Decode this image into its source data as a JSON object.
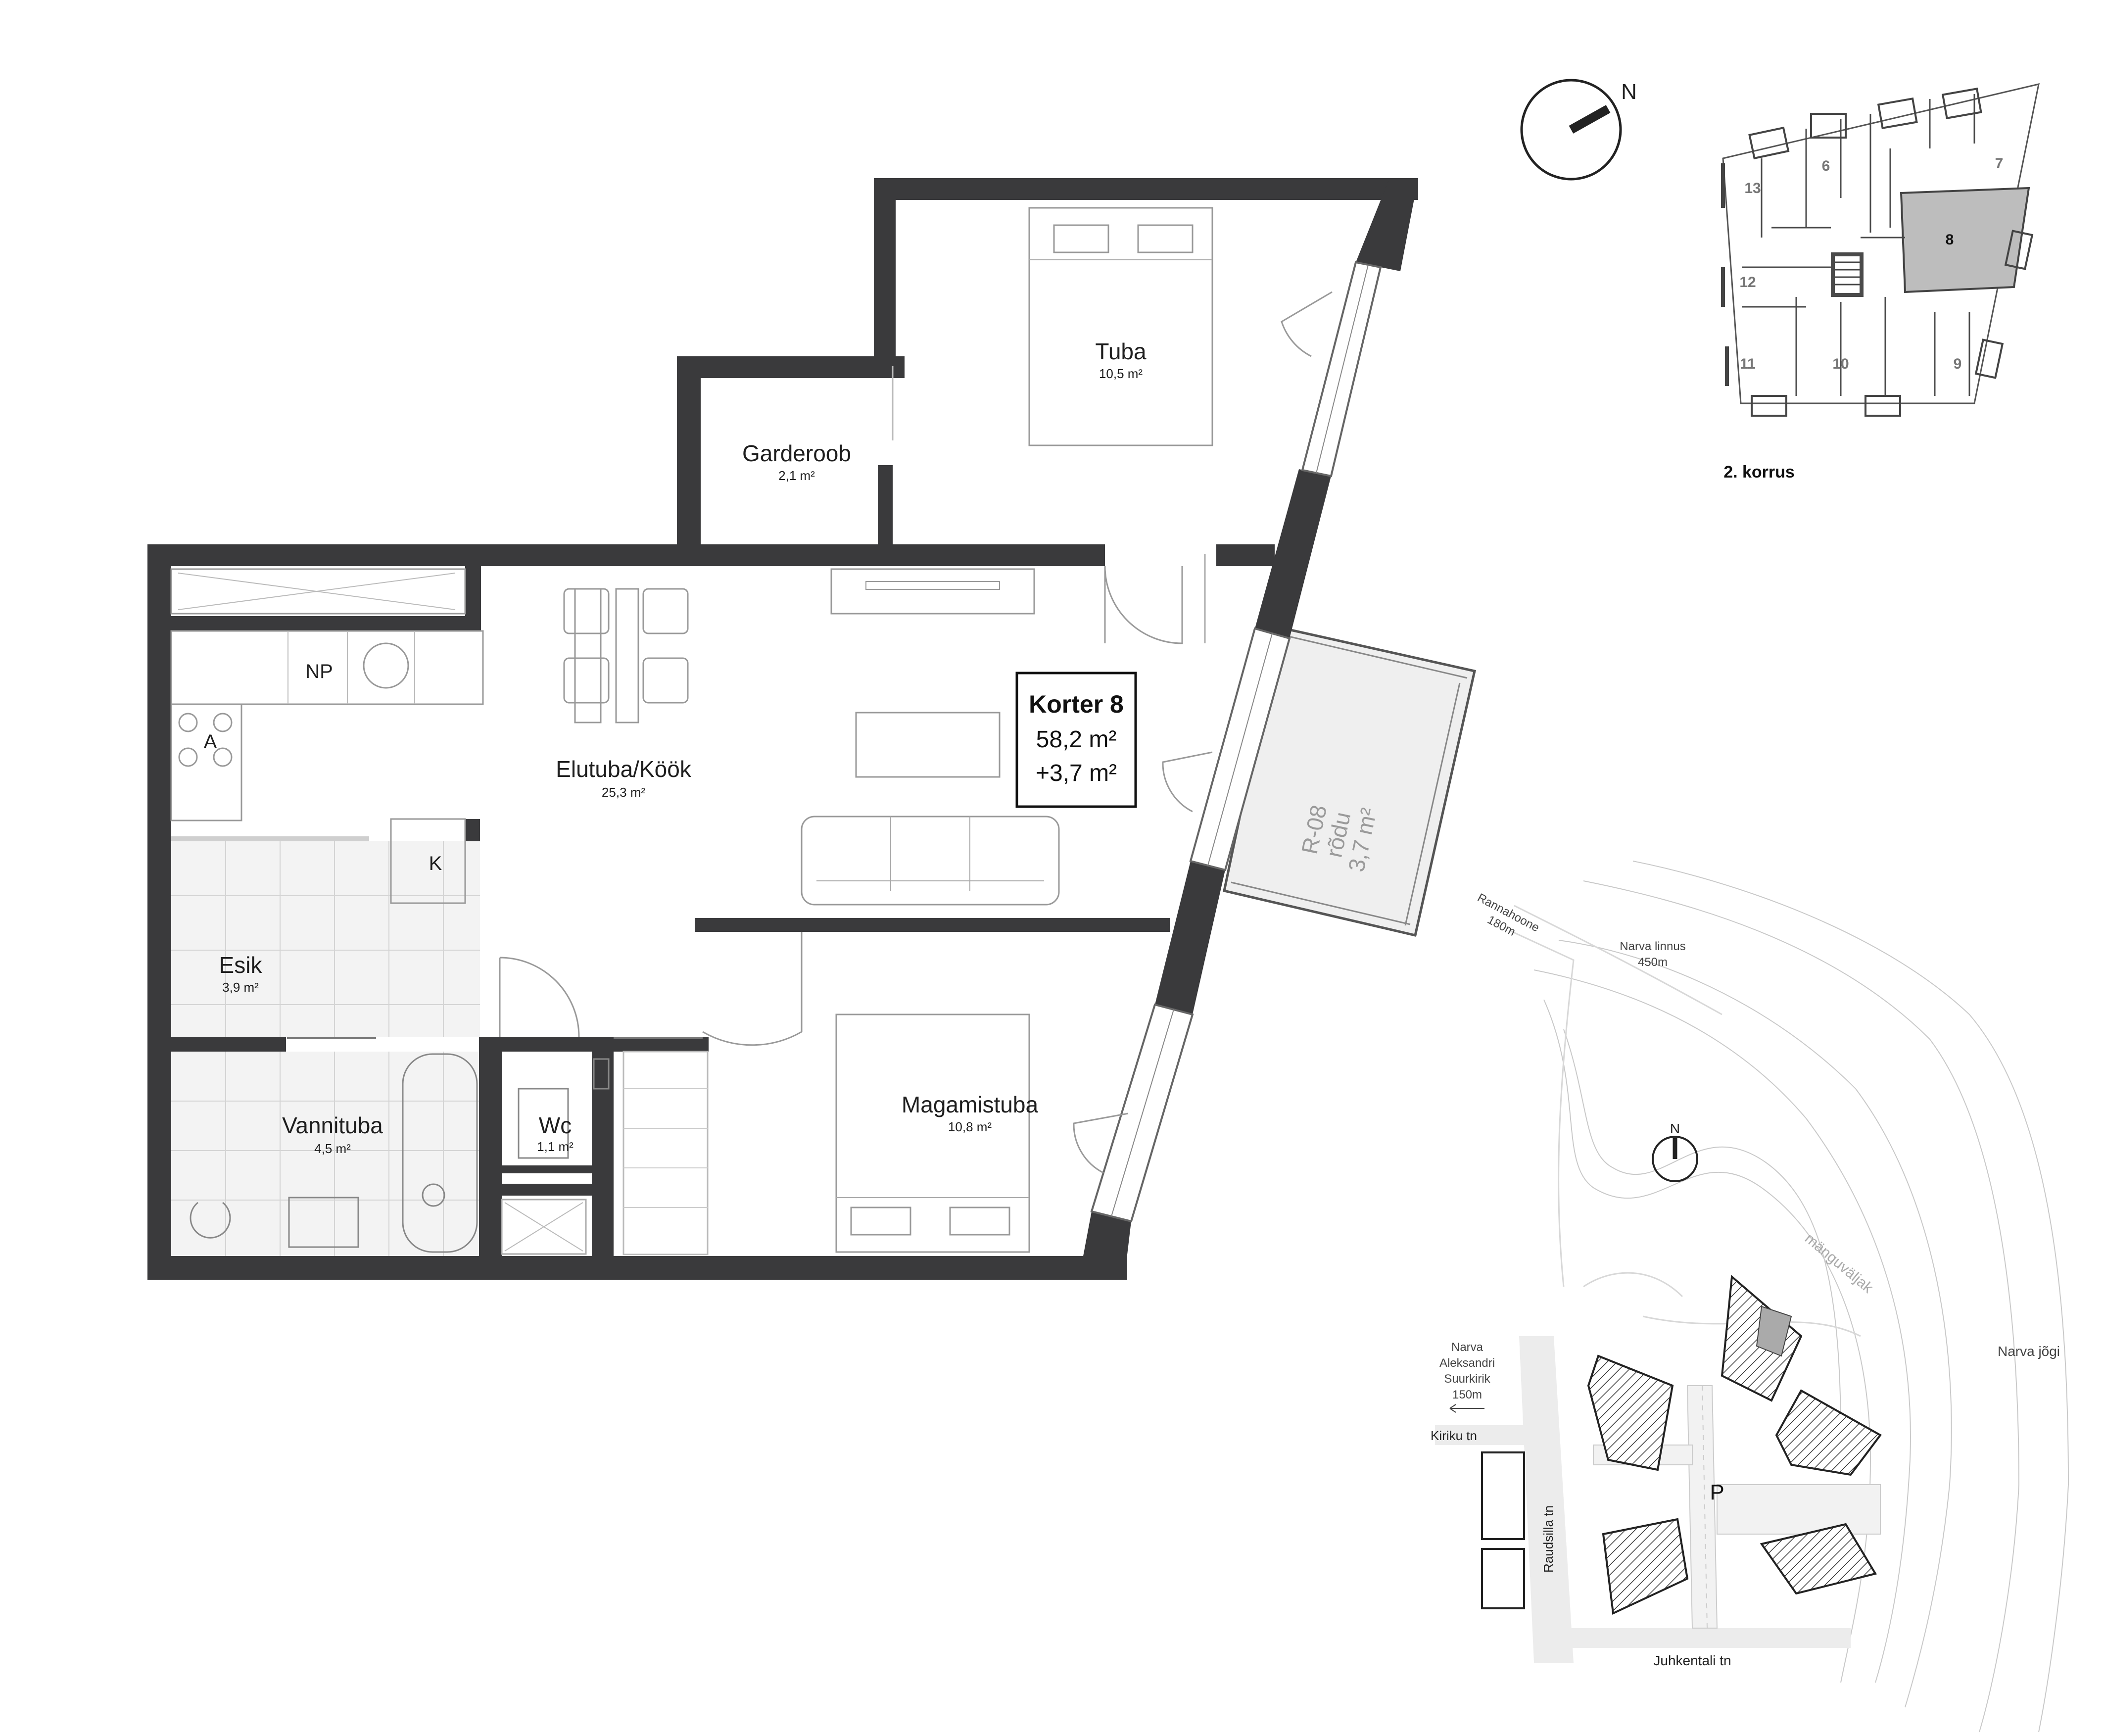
{
  "apartment": {
    "title": "Korter 8",
    "area": "58,2 m²",
    "balcony_area": "+3,7 m²"
  },
  "rooms": {
    "tuba": {
      "name": "Tuba",
      "area": "10,5 m²"
    },
    "garderoob": {
      "name": "Garderoob",
      "area": "2,1 m²"
    },
    "elutuba": {
      "name": "Elutuba/Köök",
      "area": "25,3 m²"
    },
    "esik": {
      "name": "Esik",
      "area": "3,9 m²"
    },
    "vannituba": {
      "name": "Vannituba",
      "area": "4,5 m²"
    },
    "wc": {
      "name": "Wc",
      "area": "1,1 m²"
    },
    "magamistuba": {
      "name": "Magamistuba",
      "area": "10,8 m²"
    }
  },
  "fixtures": {
    "np": "NP",
    "a": "A",
    "k": "K"
  },
  "balcony": {
    "code": "R-08",
    "name": "rõdu",
    "area": "3,7 m²"
  },
  "compass": {
    "north": "N"
  },
  "keyplan": {
    "floor_label": "2. korrus",
    "units": [
      "13",
      "6",
      "7",
      "8",
      "12",
      "11",
      "10",
      "9"
    ],
    "highlighted": "8",
    "highlight_color": "#bdbdbd"
  },
  "site": {
    "north": "N",
    "play_area": "mänguväljak",
    "river": "Narva jõgi",
    "parking": "P",
    "streets": {
      "kiriku": "Kiriku tn",
      "raudsilla": "Raudsilla tn",
      "juhkentali": "Juhkentali tn"
    },
    "landmarks": {
      "rannahoone_name": "Rannahoone",
      "rannahoone_dist": "180m",
      "linnus_name": "Narva linnus",
      "linnus_dist": "450m",
      "church_line1": "Narva",
      "church_line2": "Aleksandri",
      "church_line3": "Suurkirik",
      "church_dist": "150m"
    }
  }
}
